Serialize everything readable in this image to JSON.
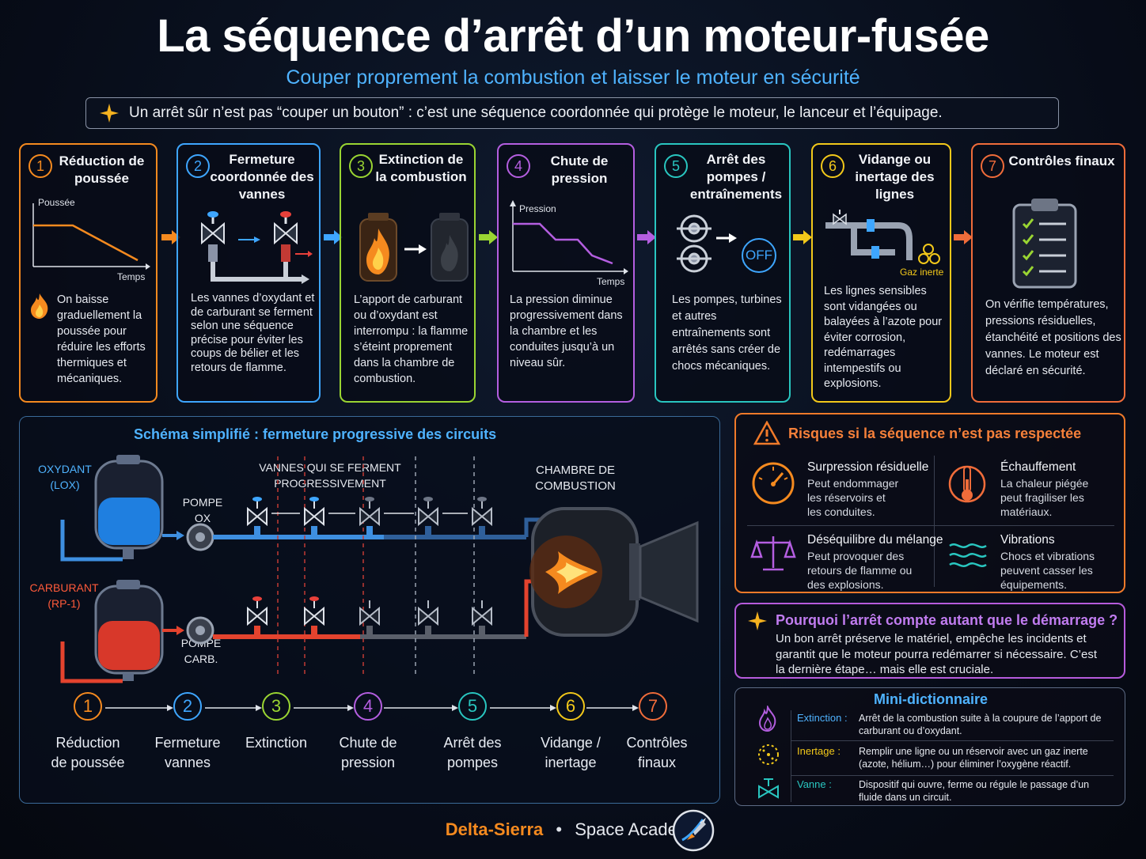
{
  "title": "La séquence d’arrêt d’un moteur-fusée",
  "subtitle": "Couper proprement la combustion et laisser le moteur en sécurité",
  "banner": "Un arrêt sûr n’est pas “couper un bouton” : c’est une séquence coordonnée qui protège le moteur, le lanceur et l’équipage.",
  "colors": {
    "orange": "#f58a1f",
    "blue": "#3ea6ff",
    "green": "#9ad532",
    "purple": "#b45ee0",
    "teal": "#29c6c0",
    "yellow": "#f2c81a",
    "red_orange": "#f06c3a"
  },
  "steps": [
    {
      "num": "1",
      "title": "Réduction de poussée",
      "graph_y": "Poussée",
      "graph_x": "Temps",
      "body": "On baisse graduellement la poussée pour réduire les efforts thermiques et mécaniques.",
      "icon": "flame-icon"
    },
    {
      "num": "2",
      "title": "Fermeture coordonnée des vannes",
      "body": "Les vannes d’oxydant et de carburant se ferment selon une séquence précise pour éviter les coups de bélier et les retours de flamme.",
      "icon": "valve-icon"
    },
    {
      "num": "3",
      "title": "Extinction de la combustion",
      "body": "L’apport de carburant ou d’oxydant est interrompu : la flamme s’éteint proprement dans la chambre de combustion.",
      "icon": "chamber-icon"
    },
    {
      "num": "4",
      "title": "Chute de pression",
      "graph_y": "Pression",
      "graph_x": "Temps",
      "body": "La pression diminue progressivement dans la chambre et les conduites jusqu’à un niveau sûr.",
      "icon": "graph-icon"
    },
    {
      "num": "5",
      "title": "Arrêt des pompes / entraînements",
      "off": "OFF",
      "body": "Les pompes, turbines et autres entraînements sont arrêtés sans créer de chocs mécaniques.",
      "icon": "pump-icon"
    },
    {
      "num": "6",
      "title": "Vidange ou inertage des lignes",
      "gas": "Gaz inerte",
      "body": "Les lignes sensibles sont vidangées ou balayées à l’azote pour éviter corrosion, redémarrages intempestifs ou explosions.",
      "icon": "pipe-icon"
    },
    {
      "num": "7",
      "title": "Contrôles finaux",
      "body": "On vérifie températures, pressions résiduelles, étanchéité et positions des vannes. Le moteur est déclaré en sécurité.",
      "icon": "checklist-icon"
    }
  ],
  "schema": {
    "title": "Schéma simplifié : fermeture progressive des circuits",
    "oxidant": "OXYDANT (LOX)",
    "fuel": "CARBURANT (RP-1)",
    "pump_ox": "POMPE OX",
    "pump_fuel": "POMPE CARB.",
    "valves": "VANNES QUI SE FERMENT PROGRESSIVEMENT",
    "chamber": "CHAMBRE DE COMBUSTION",
    "timeline": [
      {
        "num": "1",
        "label": "Réduction de poussée"
      },
      {
        "num": "2",
        "label": "Fermeture vannes"
      },
      {
        "num": "3",
        "label": "Extinction"
      },
      {
        "num": "4",
        "label": "Chute de pression"
      },
      {
        "num": "5",
        "label": "Arrêt des pompes"
      },
      {
        "num": "6",
        "label": "Vidange / inertage"
      },
      {
        "num": "7",
        "label": "Contrôles finaux"
      }
    ]
  },
  "risks": {
    "title": "Risques si la séquence n’est pas respectée",
    "items": [
      {
        "title": "Surpression résiduelle",
        "body": "Peut endommager les réservoirs et les conduites.",
        "icon": "gauge-icon"
      },
      {
        "title": "Échauffement",
        "body": "La chaleur piégée peut fragiliser les matériaux.",
        "icon": "thermometer-icon"
      },
      {
        "title": "Déséquilibre du mélange",
        "body": "Peut provoquer des retours de flamme ou des explosions.",
        "icon": "scale-icon"
      },
      {
        "title": "Vibrations",
        "body": "Chocs et vibrations peuvent casser les équipements.",
        "icon": "waves-icon"
      }
    ]
  },
  "why": {
    "title": "Pourquoi l’arrêt compte autant que le démarrage ?",
    "body": "Un bon arrêt préserve le matériel, empêche les incidents et garantit que le moteur pourra redémarrer si nécessaire. C’est la dernière étape… mais elle est cruciale."
  },
  "dict": {
    "title": "Mini-dictionnaire",
    "items": [
      {
        "term": "Extinction :",
        "def": "Arrêt de la combustion suite à la coupure de l’apport de carburant ou d’oxydant."
      },
      {
        "term": "Inertage :",
        "def": "Remplir une ligne ou un réservoir avec un gaz inerte (azote, hélium…) pour éliminer l’oxygène réactif."
      },
      {
        "term": "Vanne :",
        "def": "Dispositif qui ouvre, ferme ou régule le passage d’un fluide dans un circuit."
      }
    ]
  },
  "footer": {
    "brand": "Delta-Sierra",
    "sep": "•",
    "academy": "Space Academy"
  }
}
